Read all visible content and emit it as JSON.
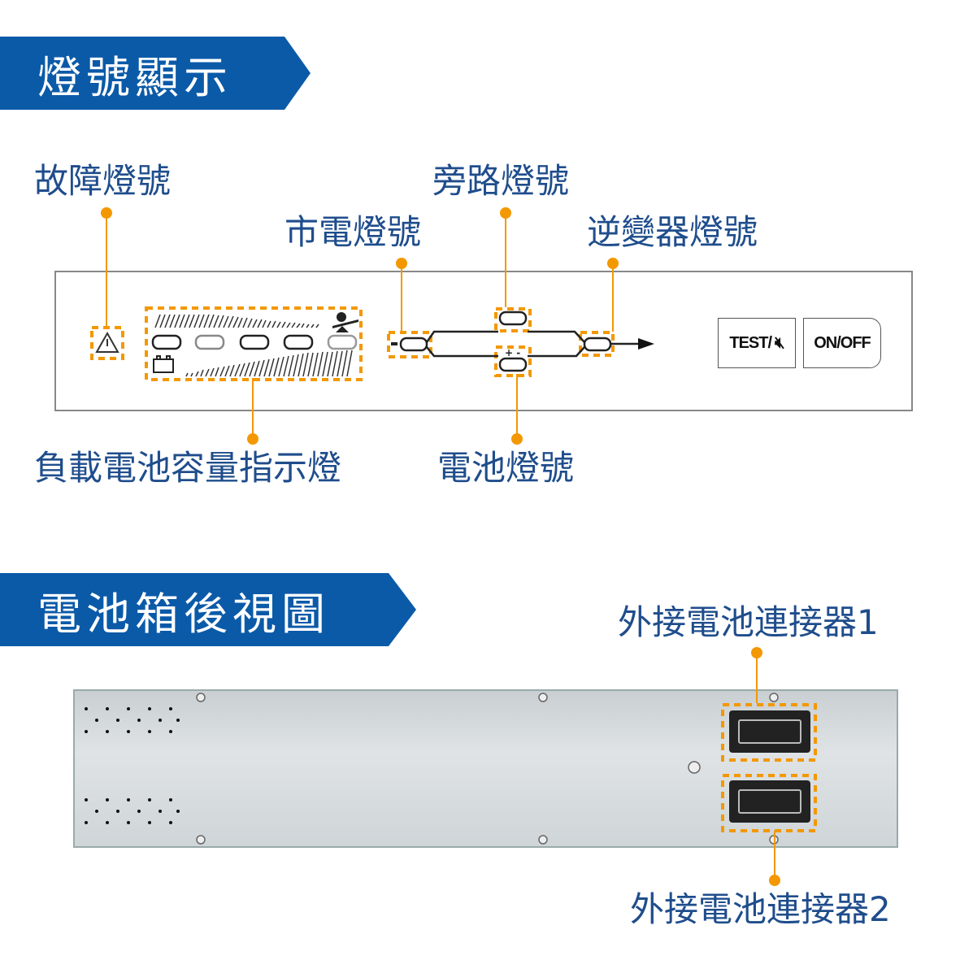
{
  "section1": {
    "title": "燈號顯示"
  },
  "labels": {
    "fault": "故障燈號",
    "bypass": "旁路燈號",
    "mains": "市電燈號",
    "inverter": "逆變器燈號",
    "load_battery": "負載電池容量指示燈",
    "battery": "電池燈號"
  },
  "panel": {
    "test_button": "TEST/",
    "onoff_button": "ON/OFF",
    "battery_sign": "+ -"
  },
  "section2": {
    "title": "電池箱後視圖"
  },
  "connectors": {
    "c1": "外接電池連接器1",
    "c2": "外接電池連接器2"
  },
  "colors": {
    "accent": "#f39800",
    "banner": "#0b5aa8",
    "label": "#1f4d8c"
  }
}
